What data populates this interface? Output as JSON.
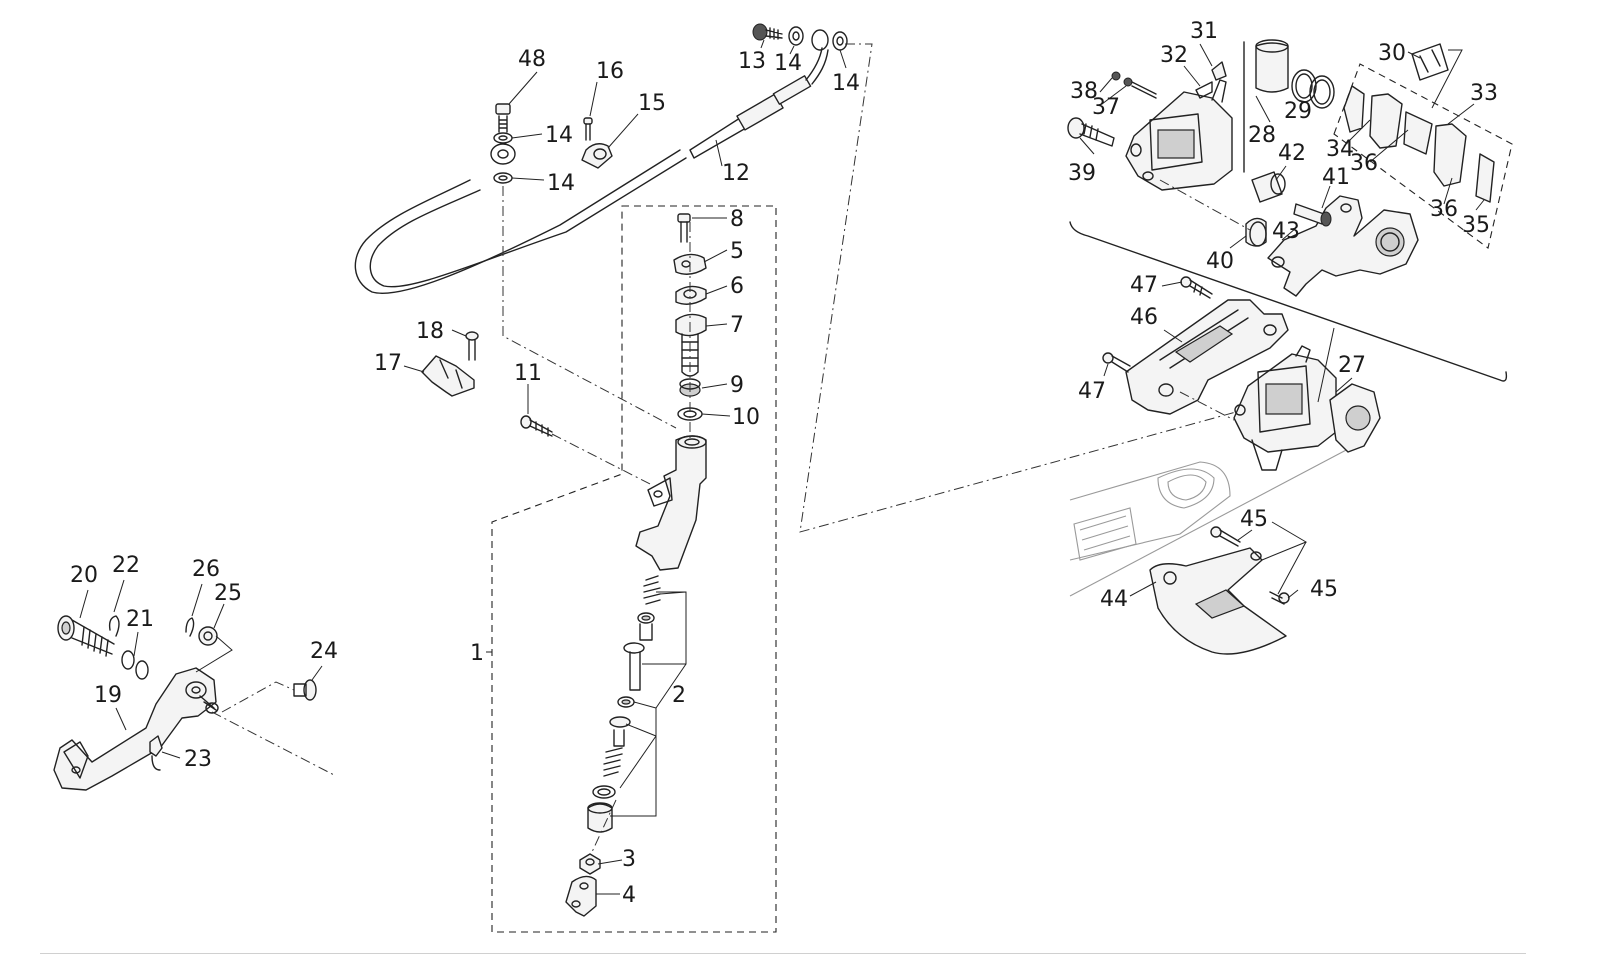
{
  "callouts": [
    {
      "id": "c1",
      "text": "1"
    },
    {
      "id": "c2",
      "text": "2"
    },
    {
      "id": "c3",
      "text": "3"
    },
    {
      "id": "c4",
      "text": "4"
    },
    {
      "id": "c5",
      "text": "5"
    },
    {
      "id": "c6",
      "text": "6"
    },
    {
      "id": "c7",
      "text": "7"
    },
    {
      "id": "c8",
      "text": "8"
    },
    {
      "id": "c9",
      "text": "9"
    },
    {
      "id": "c10",
      "text": "10"
    },
    {
      "id": "c11",
      "text": "11"
    },
    {
      "id": "c12",
      "text": "12"
    },
    {
      "id": "c13",
      "text": "13"
    },
    {
      "id": "c14a",
      "text": "14"
    },
    {
      "id": "c14b",
      "text": "14"
    },
    {
      "id": "c14c",
      "text": "14"
    },
    {
      "id": "c14d",
      "text": "14"
    },
    {
      "id": "c15",
      "text": "15"
    },
    {
      "id": "c16",
      "text": "16"
    },
    {
      "id": "c17",
      "text": "17"
    },
    {
      "id": "c18",
      "text": "18"
    },
    {
      "id": "c19",
      "text": "19"
    },
    {
      "id": "c20",
      "text": "20"
    },
    {
      "id": "c21",
      "text": "21"
    },
    {
      "id": "c22",
      "text": "22"
    },
    {
      "id": "c23",
      "text": "23"
    },
    {
      "id": "c24",
      "text": "24"
    },
    {
      "id": "c25",
      "text": "25"
    },
    {
      "id": "c26",
      "text": "26"
    },
    {
      "id": "c27",
      "text": "27"
    },
    {
      "id": "c28",
      "text": "28"
    },
    {
      "id": "c29",
      "text": "29"
    },
    {
      "id": "c30",
      "text": "30"
    },
    {
      "id": "c31",
      "text": "31"
    },
    {
      "id": "c32",
      "text": "32"
    },
    {
      "id": "c33",
      "text": "33"
    },
    {
      "id": "c34",
      "text": "34"
    },
    {
      "id": "c35",
      "text": "35"
    },
    {
      "id": "c36a",
      "text": "36"
    },
    {
      "id": "c36b",
      "text": "36"
    },
    {
      "id": "c37",
      "text": "37"
    },
    {
      "id": "c38",
      "text": "38"
    },
    {
      "id": "c39",
      "text": "39"
    },
    {
      "id": "c40",
      "text": "40"
    },
    {
      "id": "c41",
      "text": "41"
    },
    {
      "id": "c42",
      "text": "42"
    },
    {
      "id": "c43",
      "text": "43"
    },
    {
      "id": "c44",
      "text": "44"
    },
    {
      "id": "c45a",
      "text": "45"
    },
    {
      "id": "c45b",
      "text": "45"
    },
    {
      "id": "c46",
      "text": "46"
    },
    {
      "id": "c47a",
      "text": "47"
    },
    {
      "id": "c47b",
      "text": "47"
    },
    {
      "id": "c48",
      "text": "48"
    }
  ]
}
